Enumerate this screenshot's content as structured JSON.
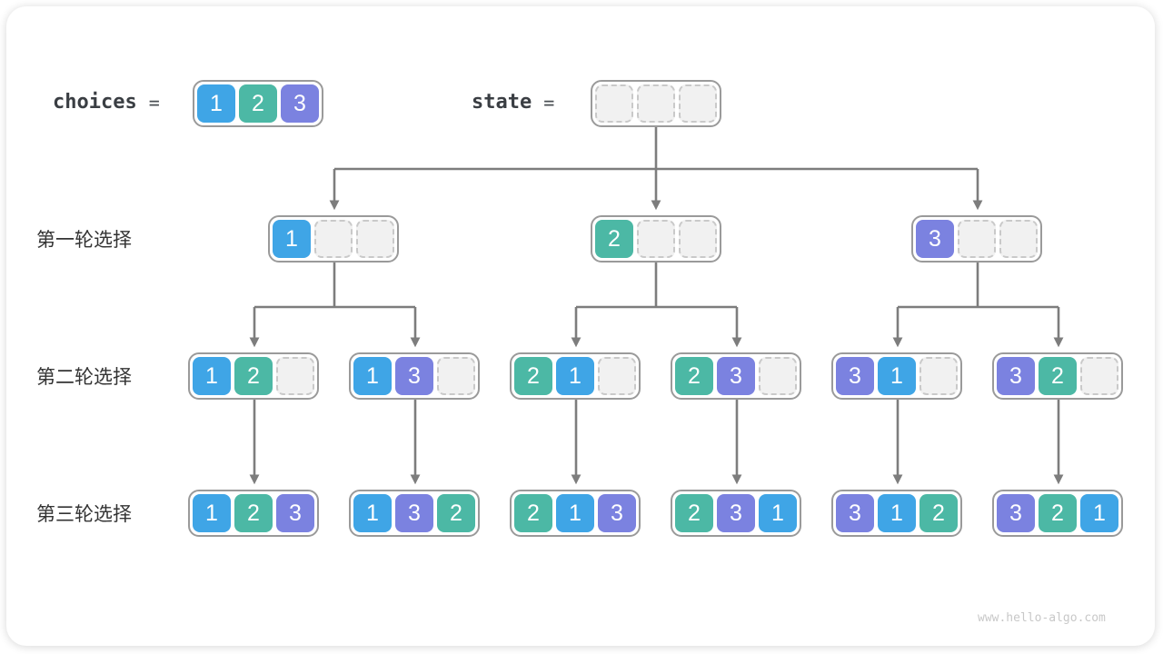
{
  "colors": {
    "1": "#3fa5e6",
    "2": "#4cb8a5",
    "3": "#7b82e0",
    "empty_bg": "#f1f1f1",
    "empty_border": "#c9c9c9",
    "node_border": "#9a9a9a",
    "connector": "#7d7d7d"
  },
  "header": {
    "choices_label": "choices",
    "equals": "=",
    "choices_values": [
      1,
      2,
      3
    ],
    "state_label": "state",
    "state_empty_slots": 3
  },
  "rows": [
    {
      "label": "第一轮选择",
      "nodes": [
        [
          1,
          null,
          null
        ],
        [
          2,
          null,
          null
        ],
        [
          3,
          null,
          null
        ]
      ]
    },
    {
      "label": "第二轮选择",
      "nodes": [
        [
          1,
          2,
          null
        ],
        [
          1,
          3,
          null
        ],
        [
          2,
          1,
          null
        ],
        [
          2,
          3,
          null
        ],
        [
          3,
          1,
          null
        ],
        [
          3,
          2,
          null
        ]
      ]
    },
    {
      "label": "第三轮选择",
      "nodes": [
        [
          1,
          2,
          3
        ],
        [
          1,
          3,
          2
        ],
        [
          2,
          1,
          3
        ],
        [
          2,
          3,
          1
        ],
        [
          3,
          1,
          2
        ],
        [
          3,
          2,
          1
        ]
      ]
    }
  ],
  "watermark": "www.hello-algo.com"
}
